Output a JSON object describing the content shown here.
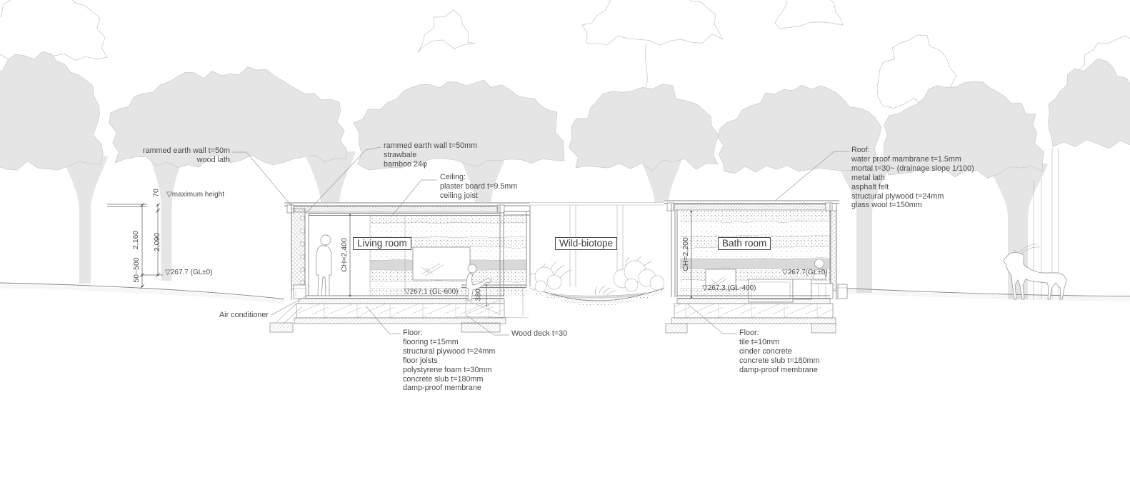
{
  "ann": {
    "wall_left": "rammed earth wall t=50m\nwood lath",
    "wall_mid": "rammed earth wall t=50mm\nstrawbale\nbamboo 24φ",
    "ceiling": "Ceiling:\nplaster board t=9.5mm\nceiling joist",
    "roof": "Roof:\nwater proof mambrane t=1.5mm\nmortal t=30~ (drainage slope 1/100)\nmetal lath\nasphalt felt\nstructural plywood t=24mm\nglass wool t=150mm",
    "air_conditioner": "Air conditioner",
    "floor_left": "Floor:\nflooring t=15mm\nstructural plywood t=24mm\nfloor joists\npolystyrene foam t=30mm\nconcrete slub t=180mm\ndamp-proof membrane",
    "wood_deck": "Wood deck t=30",
    "floor_right": "Floor:\ntile t=10mm\ncinder  concrete\nconcrete slub t=180mm\ndamp-proof membrane"
  },
  "rooms": {
    "living": "Living room",
    "biotope": "Wild-biotope",
    "bath": "Bath room"
  },
  "dims": {
    "ch_living": "CH=2,400",
    "ch_bath": "CH=2,200",
    "d70": "70",
    "d2160": "2,160",
    "d2090": "2,090",
    "d50_500": "50~500",
    "d380": "380"
  },
  "levels": {
    "max_height": "▽maximum height",
    "gl_left": "▽267.7 (GL±0)",
    "living_floor": "▽267.1 (GL-600)",
    "bath_floor": "▽267.3 (GL-400)",
    "gl_right": "▽267.7(GL±0)"
  },
  "colors": {
    "tree_fill": "#e5e5e6",
    "line": "#848484",
    "text": "#4b4b4b",
    "earth_band": "#d9d9d9"
  }
}
